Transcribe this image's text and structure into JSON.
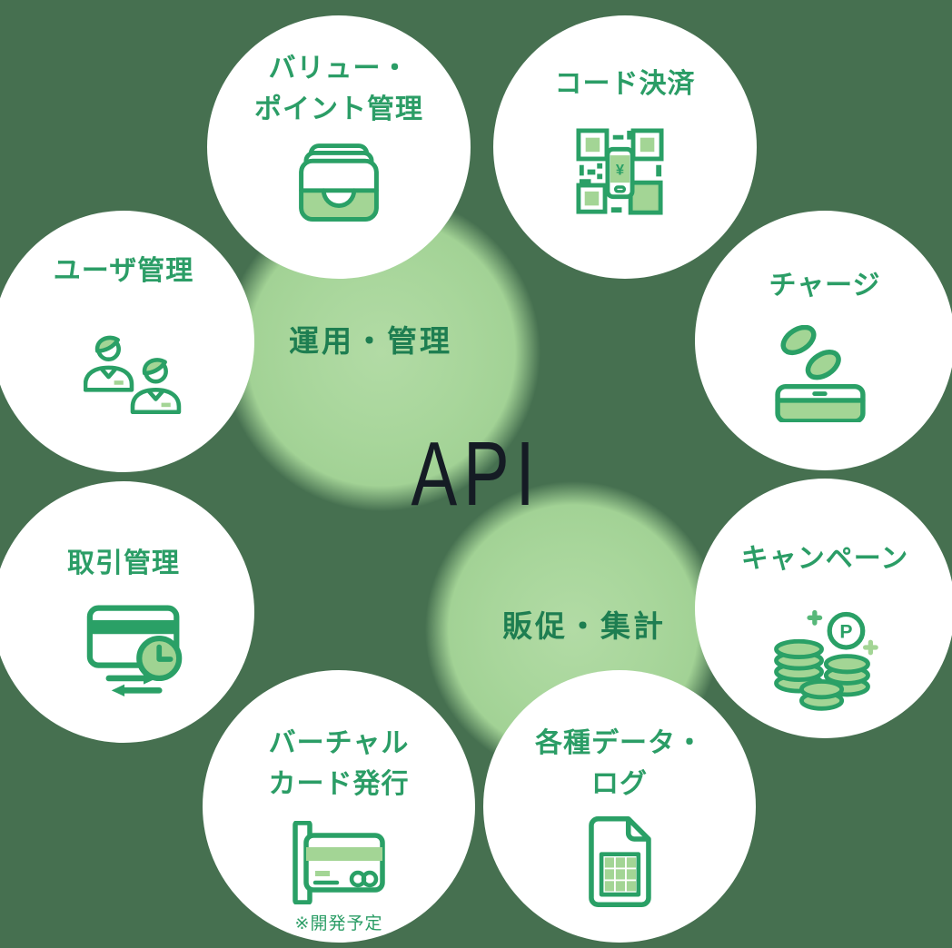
{
  "center": {
    "title": "API"
  },
  "groups": [
    {
      "id": "operations",
      "label": "運用・管理"
    },
    {
      "id": "promotion",
      "label": "販促・集計"
    }
  ],
  "features": [
    {
      "id": "value-point",
      "lines": [
        "バリュー・",
        "ポイント管理"
      ],
      "icon": "wallet-icon"
    },
    {
      "id": "code-payment",
      "lines": [
        "コード決済"
      ],
      "icon": "qr-payment-icon"
    },
    {
      "id": "user-mgmt",
      "lines": [
        "ユーザ管理"
      ],
      "icon": "users-icon"
    },
    {
      "id": "charge",
      "lines": [
        "チャージ"
      ],
      "icon": "coins-into-device-icon"
    },
    {
      "id": "transaction",
      "lines": [
        "取引管理"
      ],
      "icon": "card-clock-transfer-icon"
    },
    {
      "id": "campaign",
      "lines": [
        "キャンペーン"
      ],
      "icon": "point-coins-icon"
    },
    {
      "id": "virtual-card",
      "lines": [
        "バーチャル",
        "カード発行"
      ],
      "icon": "virtual-card-icon",
      "note": "※開発予定"
    },
    {
      "id": "data-log",
      "lines": [
        "各種データ・",
        "ログ"
      ],
      "icon": "data-document-icon"
    }
  ],
  "icon_glyphs": {
    "yen": "¥",
    "point": "P"
  },
  "colors": {
    "background": "#467050",
    "group_circle": "#A8D69B",
    "group_label": "#1E7E51",
    "feature_circle": "#FFFFFF",
    "feature_label": "#2B9D66",
    "icon_stroke": "#2AA066",
    "icon_fill": "#A3D595",
    "api_text": "#151B24"
  }
}
